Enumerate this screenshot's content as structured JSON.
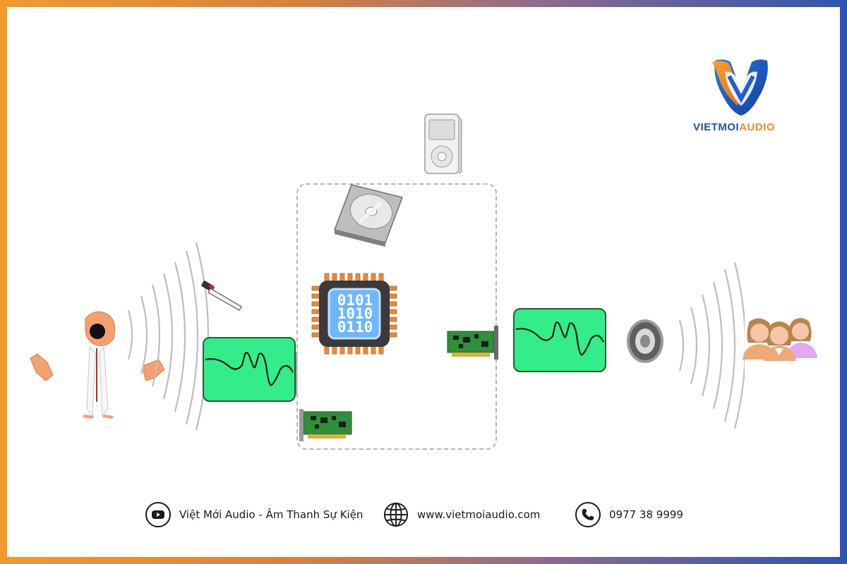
{
  "brand": {
    "word1": "VIETMOI",
    "word2": "AUDIO",
    "primary_color": "#1f4fb0",
    "accent_color": "#f08a24"
  },
  "diagram": {
    "chip": {
      "line1": "0101",
      "line2": "1010",
      "line3": "0110"
    },
    "wave_color": "#33ee88",
    "box_border_color": "#b5b5b5"
  },
  "footer": {
    "youtube": {
      "icon": "youtube-icon",
      "label": "Việt Mới Audio - Âm Thanh Sự Kiện"
    },
    "website": {
      "icon": "globe-icon",
      "label": "www.vietmoiaudio.com"
    },
    "phone": {
      "icon": "phone-icon",
      "label": "0977 38 9999"
    }
  }
}
